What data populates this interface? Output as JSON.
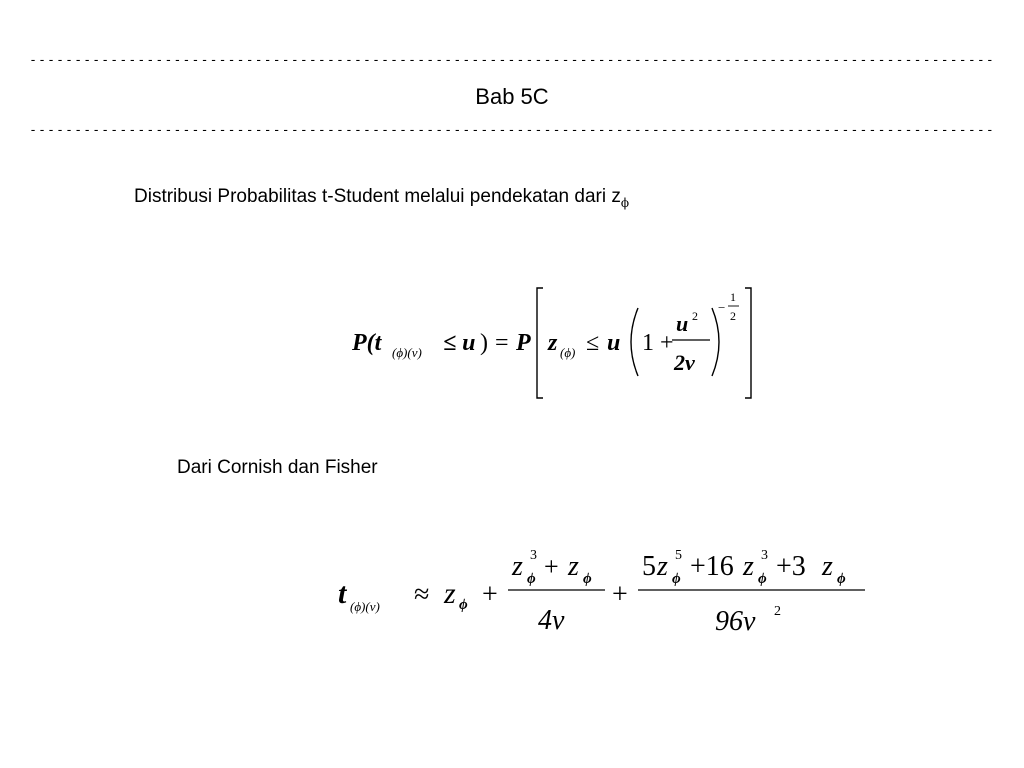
{
  "header": {
    "rule_top": "-----------------------------------------------------------------------------------------------------------",
    "title": "Bab 5C",
    "rule_bottom": "-----------------------------------------------------------------------------------------------------------"
  },
  "intro": {
    "text": "Distribusi Probabilitas t-Student melalui pendekatan dari z",
    "subscript": "ϕ"
  },
  "equation1": {
    "lhs": "P(t",
    "lhs_sub": "(ϕ)(ν)",
    "le_u": "≤ u",
    "rparen": ")",
    "equals": "=",
    "P": "P",
    "z": "z",
    "z_sub": "(ϕ)",
    "le": "≤",
    "u": "u",
    "one_plus": "1 +",
    "frac_num": "u",
    "frac_num_exp": "2",
    "frac_den": "2ν",
    "exp_sign": "−",
    "exp_num": "1",
    "exp_den": "2"
  },
  "source": {
    "text": "Dari Cornish dan Fisher"
  },
  "equation2": {
    "t": "t",
    "t_sub": "(ϕ)(ν)",
    "approx": "≈",
    "z": "z",
    "phi": "ϕ",
    "plus": "+",
    "frac1_num_a": "z",
    "frac1_num_a_exp": "3",
    "frac1_num_plus": "+",
    "frac1_num_b": "z",
    "frac1_den": "4ν",
    "frac2_num_5": "5",
    "frac2_num_z5": "z",
    "frac2_num_z5_exp": "5",
    "frac2_num_plus16": "+16",
    "frac2_num_z3": "z",
    "frac2_num_z3_exp": "3",
    "frac2_num_plus3": "+3",
    "frac2_num_z": "z",
    "frac2_den": "96ν",
    "frac2_den_exp": "2"
  }
}
